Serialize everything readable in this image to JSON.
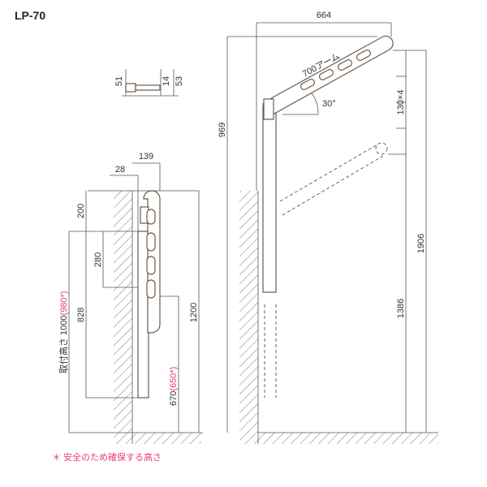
{
  "title": "LP-70",
  "small_view": {
    "dims": [
      "51",
      "14",
      "53"
    ]
  },
  "left_view": {
    "dims": {
      "width_139": "139",
      "depth_28": "28",
      "top_200": "200",
      "pitch_280": "280",
      "d_828": "828",
      "total_1200": "1200"
    },
    "mount_height_label": "取付高さ 1000",
    "mount_height_alt": "(980*)",
    "bottom_670": "670",
    "bottom_670_alt": "(650*)"
  },
  "right_view": {
    "dims": {
      "width_664": "664",
      "h_969": "969",
      "pitch": "130×4",
      "h_1906": "1906",
      "h_1386": "1386"
    },
    "arm_label": "700アーム",
    "angle_label": "30°"
  },
  "footnote": "＊ 安全のため確保する高さ",
  "colors": {
    "accent": "#e8407a",
    "line": "#555555",
    "part": "#6b5a4e"
  }
}
